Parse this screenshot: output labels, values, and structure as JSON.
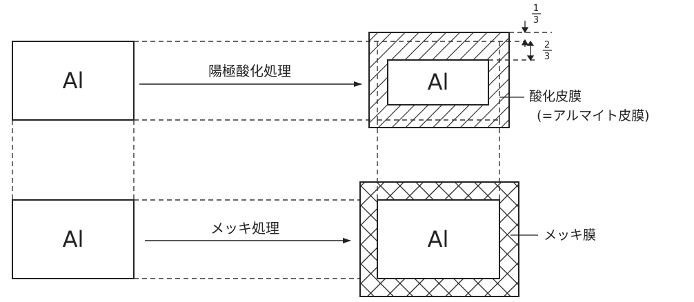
{
  "diagram": {
    "upper": {
      "before_label": "Al",
      "process_label": "陽極酸化処理",
      "after_label": "Al",
      "film_label": "酸化皮膜",
      "film_sublabel": "(=アルマイト皮膜)",
      "thickness_outer": {
        "numerator": "1",
        "denominator": "3"
      },
      "thickness_inner": {
        "numerator": "2",
        "denominator": "3"
      }
    },
    "lower": {
      "before_label": "Al",
      "process_label": "メッキ処理",
      "after_label": "Al",
      "film_label": "メッキ膜"
    }
  }
}
